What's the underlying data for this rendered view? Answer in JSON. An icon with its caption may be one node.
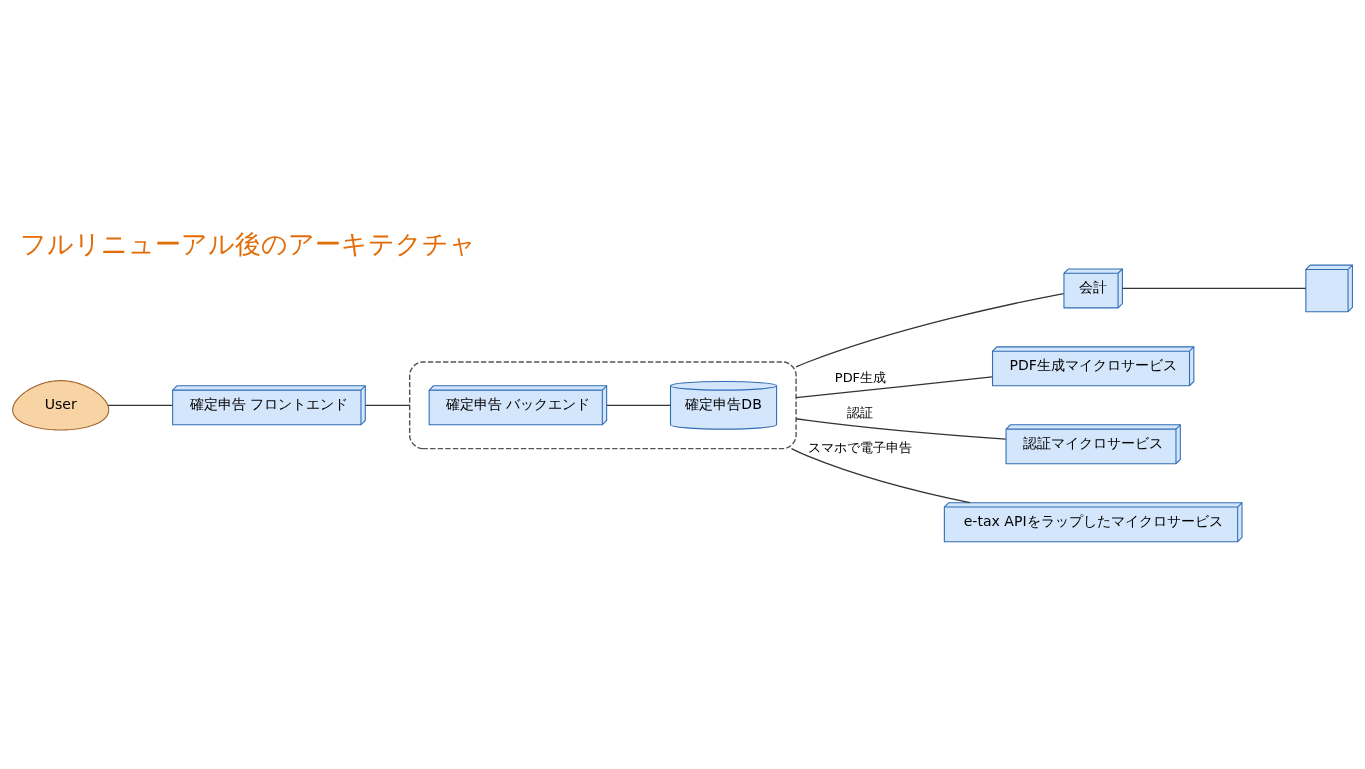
{
  "diagram": {
    "title": "フルリニューアル後のアーキテクチャ",
    "nodes": [
      {
        "text": [
          "User"
        ]
      },
      {
        "text": [
          "確定申告 フロントエンド"
        ]
      },
      {
        "text": [],
        "shape": "box"
      },
      {
        "text": [
          "確定申告 バックエンド"
        ],
        "in": 2
      },
      {
        "text": [
          "確定申告DB"
        ],
        "in": 2
      },
      {
        "text": [
          "会計"
        ]
      },
      {
        "text": [],
        "shape": "picture"
      },
      {
        "text": [
          "PDF生成マイクロサービス"
        ]
      },
      {
        "text": [
          "認証マイクロサービス"
        ]
      },
      {
        "text": [
          "e-tax APIをラップしたマイクロサービス"
        ]
      }
    ],
    "edges": [
      {
        "from": 0,
        "to": 1,
        "arrow": "none"
      },
      {
        "from": 1,
        "to": 2,
        "arrow": "none"
      },
      {
        "from": 3,
        "to": 4,
        "arrow": "none"
      },
      {
        "from": 2,
        "to": 5,
        "arrow": "none"
      },
      {
        "from": 5,
        "to": 6,
        "arrow": "none"
      },
      {
        "from": 2,
        "to": 7,
        "label": "PDF生成",
        "arrow": "none"
      },
      {
        "from": 2,
        "to": 8,
        "label": "認証",
        "arrow": "none"
      },
      {
        "from": 2,
        "to": 9,
        "label": "スマホで電子申告",
        "arrow": "none"
      }
    ]
  }
}
